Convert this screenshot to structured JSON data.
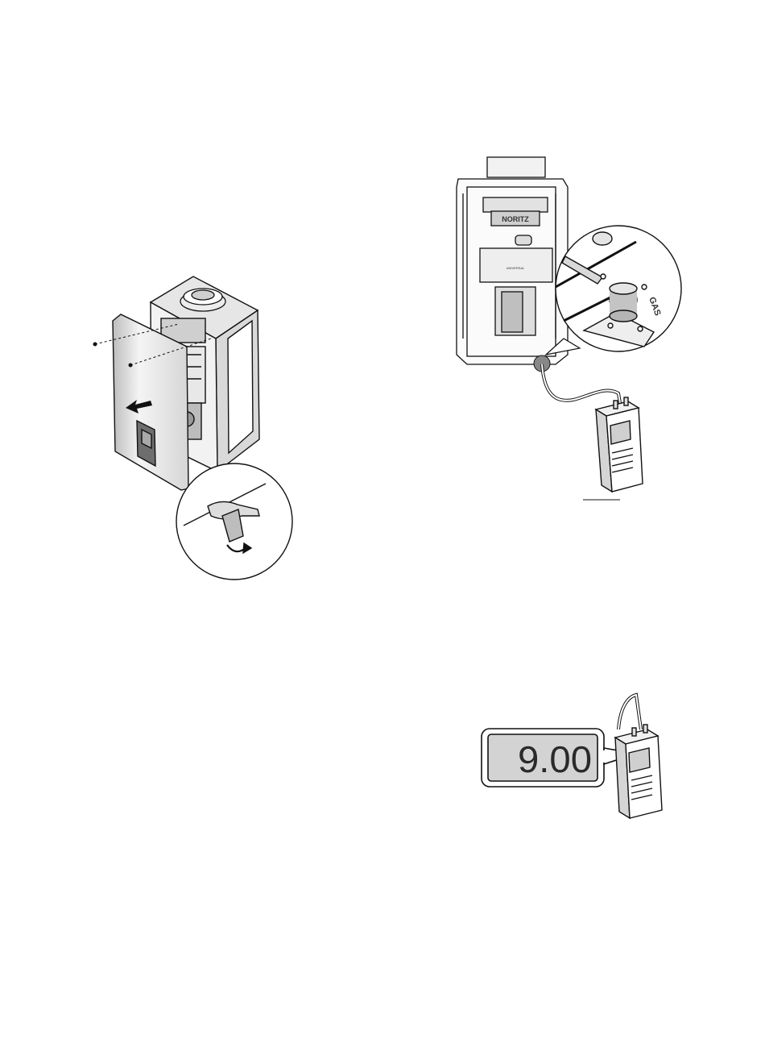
{
  "figures": {
    "cover_removal": {
      "screws": 2,
      "arrow": "pull-left-arrow",
      "detail": "front-cover-latch-release"
    },
    "gas_pressure_check": {
      "brand_label": "NORITZ",
      "panel_label": "UNIVERSAL",
      "port_label": "GAS",
      "detail": "gas-test-port-with-manometer-hose",
      "leader": "manometer-callout-line"
    },
    "manometer_reading": {
      "display_value": "9.00"
    }
  },
  "colors": {
    "line": "#111111",
    "shade_light": "#ececec",
    "shade_mid": "#cfcfcf",
    "shade_dark": "#8a8a8a",
    "lcd": "#d3d3d3"
  }
}
